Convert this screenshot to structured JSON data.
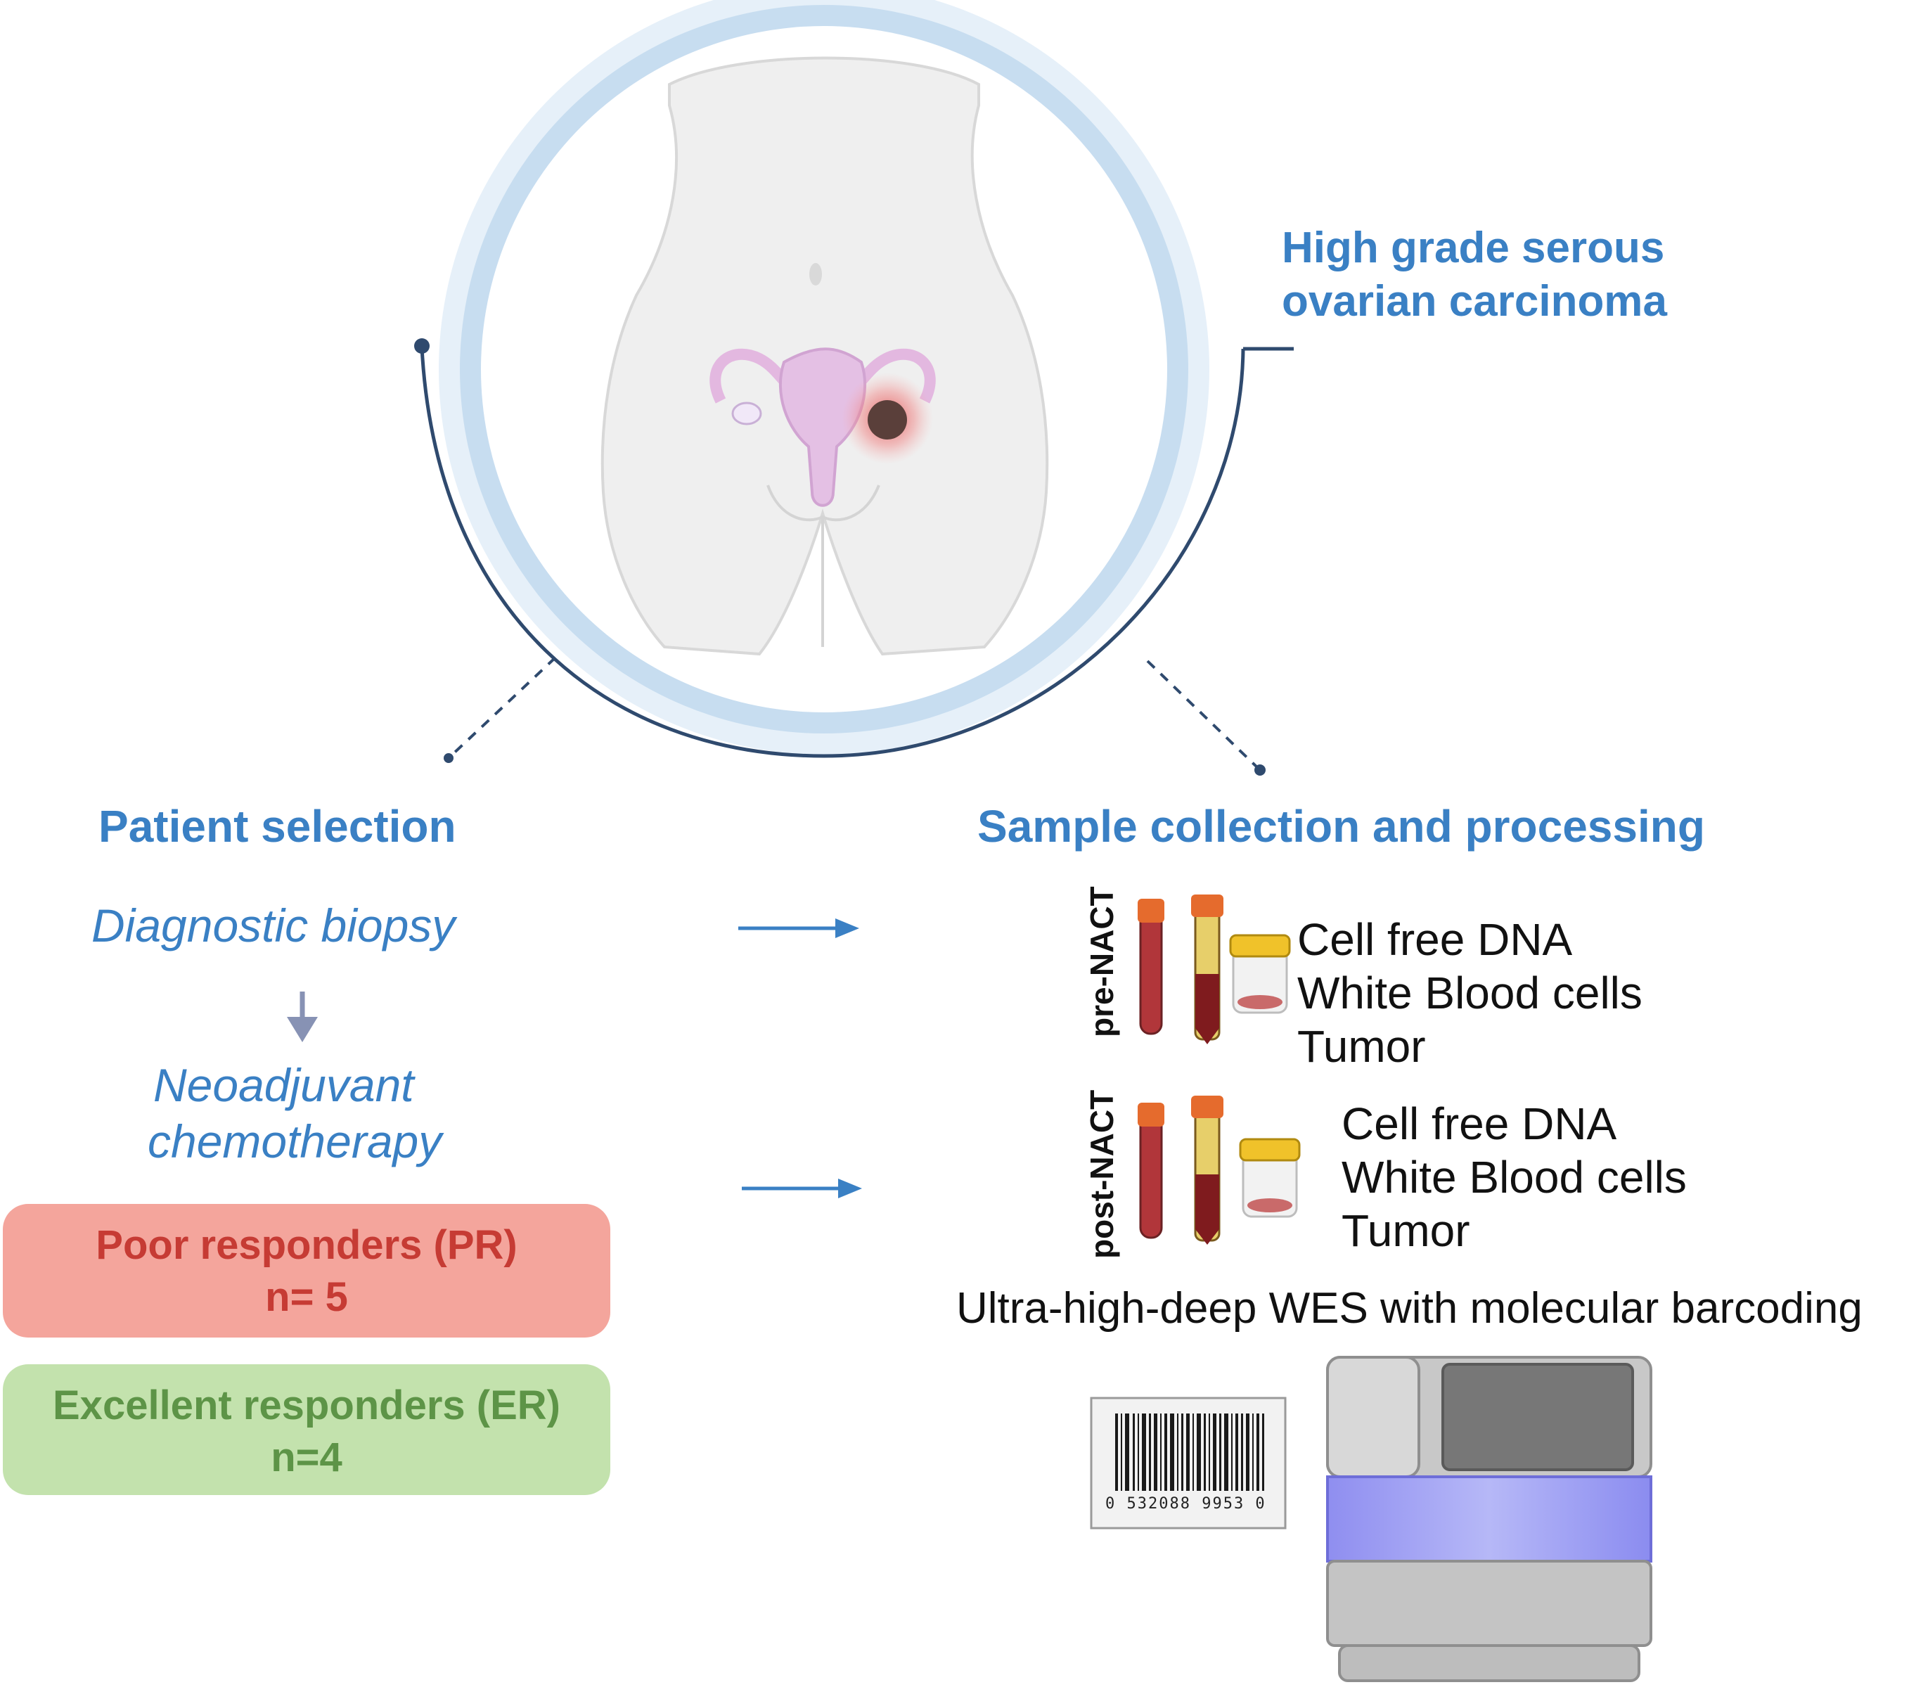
{
  "header": {
    "disease_line1": "High grade serous",
    "disease_line2": "ovarian carcinoma"
  },
  "left": {
    "title": "Patient selection",
    "step1": "Diagnostic biopsy",
    "step2_line1": "Neoadjuvant",
    "step2_line2": "chemotherapy",
    "poor": {
      "label": "Poor responders (PR)",
      "count": "n= 5"
    },
    "excellent": {
      "label": "Excellent responders (ER)",
      "count": "n=4"
    }
  },
  "right": {
    "title": "Sample collection and processing",
    "pre": {
      "label": "pre-NACT",
      "items": [
        "Cell free DNA",
        "White Blood cells",
        "Tumor"
      ]
    },
    "post": {
      "label": "post-NACT",
      "items": [
        "Cell free DNA",
        "White Blood cells",
        "Tumor"
      ]
    },
    "sequencing": "Ultra-high-deep WES with molecular barcoding",
    "barcode_number": "0  532088  9953  0"
  },
  "colors": {
    "accent_blue": "#3a80c4",
    "navy_line": "#2f4a6e",
    "ring_outer": "#e4eef8",
    "ring_inner": "#c6dcef",
    "poor_bg": "#f4a59c",
    "poor_text": "#c63b34",
    "excellent_bg": "#c3e2ad",
    "excellent_text": "#5d9447"
  }
}
